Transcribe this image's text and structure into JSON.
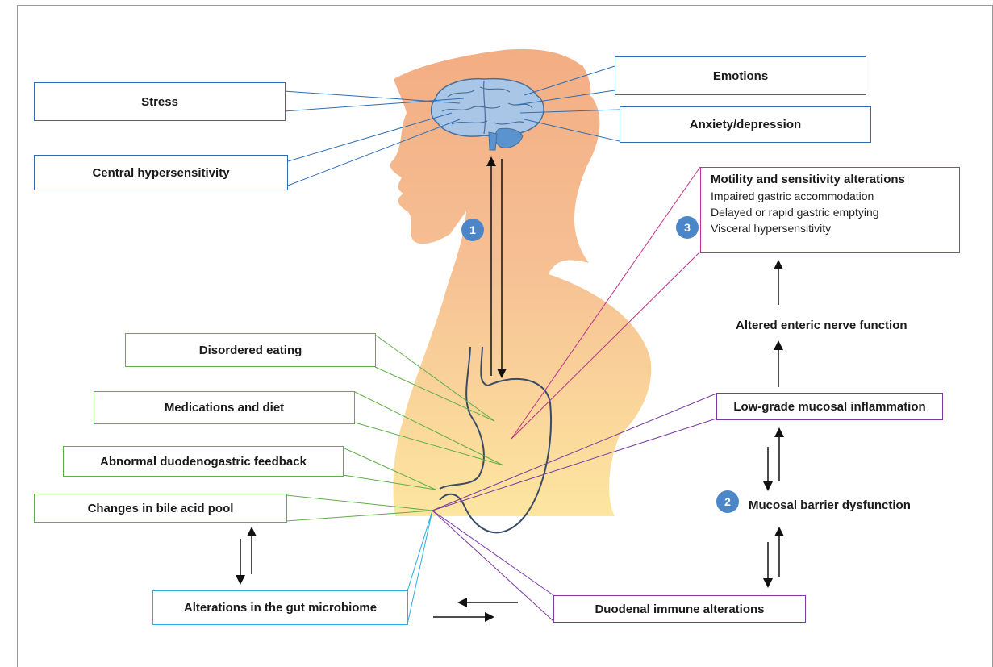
{
  "labels": {
    "stress": "Stress",
    "emotions": "Emotions",
    "anxiety": "Anxiety/depression",
    "central": "Central hypersensitivity",
    "motility_title": "Motility and sensitivity alterations",
    "motility_items": [
      "Impaired gastric accommodation",
      "Delayed or rapid gastric emptying",
      "Visceral hypersensitivity"
    ],
    "enteric": "Altered enteric nerve function",
    "low_grade": "Low-grade mucosal inflammation",
    "barrier": "Mucosal barrier dysfunction",
    "duodenal": "Duodenal immune alterations",
    "disordered": "Disordered eating",
    "medications": "Medications and diet",
    "abnormal": "Abnormal duodenogastric feedback",
    "bile": "Changes in bile acid pool",
    "microbiome": "Alterations in the gut microbiome"
  },
  "badges": [
    "1",
    "2",
    "3"
  ],
  "colors": {
    "blue": "#2e6db4",
    "green": "#5fae46",
    "purple": "#7a3aa0",
    "cyan": "#2aaede",
    "magenta": "#c0308c",
    "badge": "#4a86c8",
    "body_top": "#f4b08a",
    "body_bottom": "#fde7a0"
  }
}
